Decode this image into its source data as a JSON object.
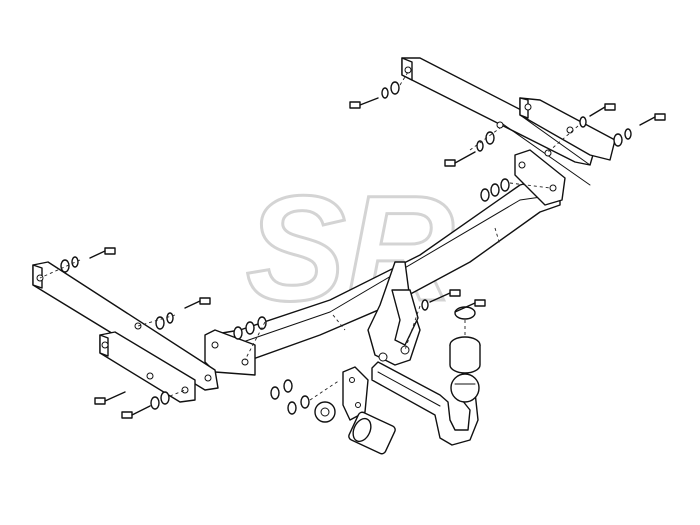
{
  "watermark": {
    "text": "SR",
    "color": "#cfcfcf"
  },
  "colors": {
    "line": "#111111",
    "background": "#ffffff"
  },
  "parts": [
    {
      "name": "main-crossbar"
    },
    {
      "name": "left-side-bracket"
    },
    {
      "name": "right-side-bracket"
    },
    {
      "name": "tow-ball-neck"
    },
    {
      "name": "tow-ball"
    },
    {
      "name": "tow-ball-cover"
    },
    {
      "name": "electrical-socket"
    },
    {
      "name": "socket-plate"
    },
    {
      "name": "bolts"
    },
    {
      "name": "washers-and-nuts"
    }
  ]
}
